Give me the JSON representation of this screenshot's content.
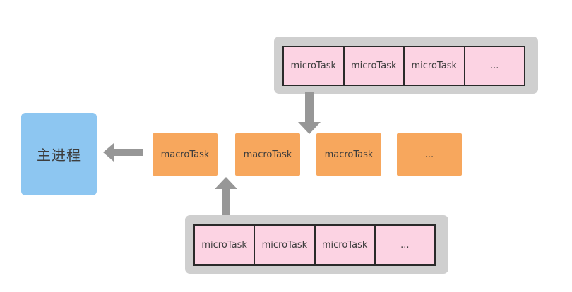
{
  "diagram": {
    "main_process": {
      "label": "主进程"
    },
    "macro_queue": {
      "items": [
        "macroTask",
        "macroTask",
        "macroTask",
        "..."
      ]
    },
    "top_micro_queue": {
      "items": [
        "microTask",
        "microTask",
        "microTask",
        "..."
      ]
    },
    "bottom_micro_queue": {
      "items": [
        "microTask",
        "microTask",
        "microTask",
        "..."
      ]
    },
    "colors": {
      "main_process_bg": "#8DC6F1",
      "macro_task_bg": "#F7A75D",
      "micro_task_bg": "#FCD3E3",
      "queue_container_bg": "#CFCFCF",
      "arrow": "#979797",
      "cell_border": "#2A2A2A",
      "text": "#3D3D3D",
      "page_bg": "#FFFFFF"
    }
  }
}
